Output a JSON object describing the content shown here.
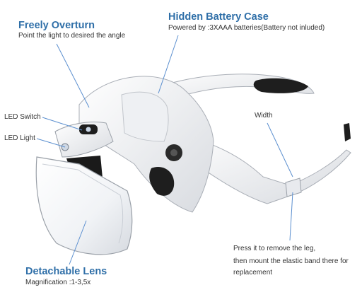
{
  "callouts": {
    "freely_overturn": {
      "title": "Freely Overturn",
      "subtitle": "Point the light to desired the angle"
    },
    "hidden_battery": {
      "title": "Hidden Battery Case",
      "subtitle": "Powered by :3XAAA batteries(Battery not inluded)"
    },
    "led_switch": "LED Switch",
    "led_light": "LED Light",
    "width": "Width",
    "press_leg": {
      "line1": "Press it to remove the leg,",
      "line2": "then mount the elastic band there for",
      "line3": "replacement"
    },
    "detachable_lens": {
      "title": "Detachable Lens",
      "subtitle": "Magnification :1-3,5x"
    }
  },
  "colors": {
    "title_blue": "#2f6fa8",
    "leader_blue": "#5b8fcf",
    "body_text": "#333333"
  },
  "icons": [
    "magnifier-headband-image"
  ]
}
